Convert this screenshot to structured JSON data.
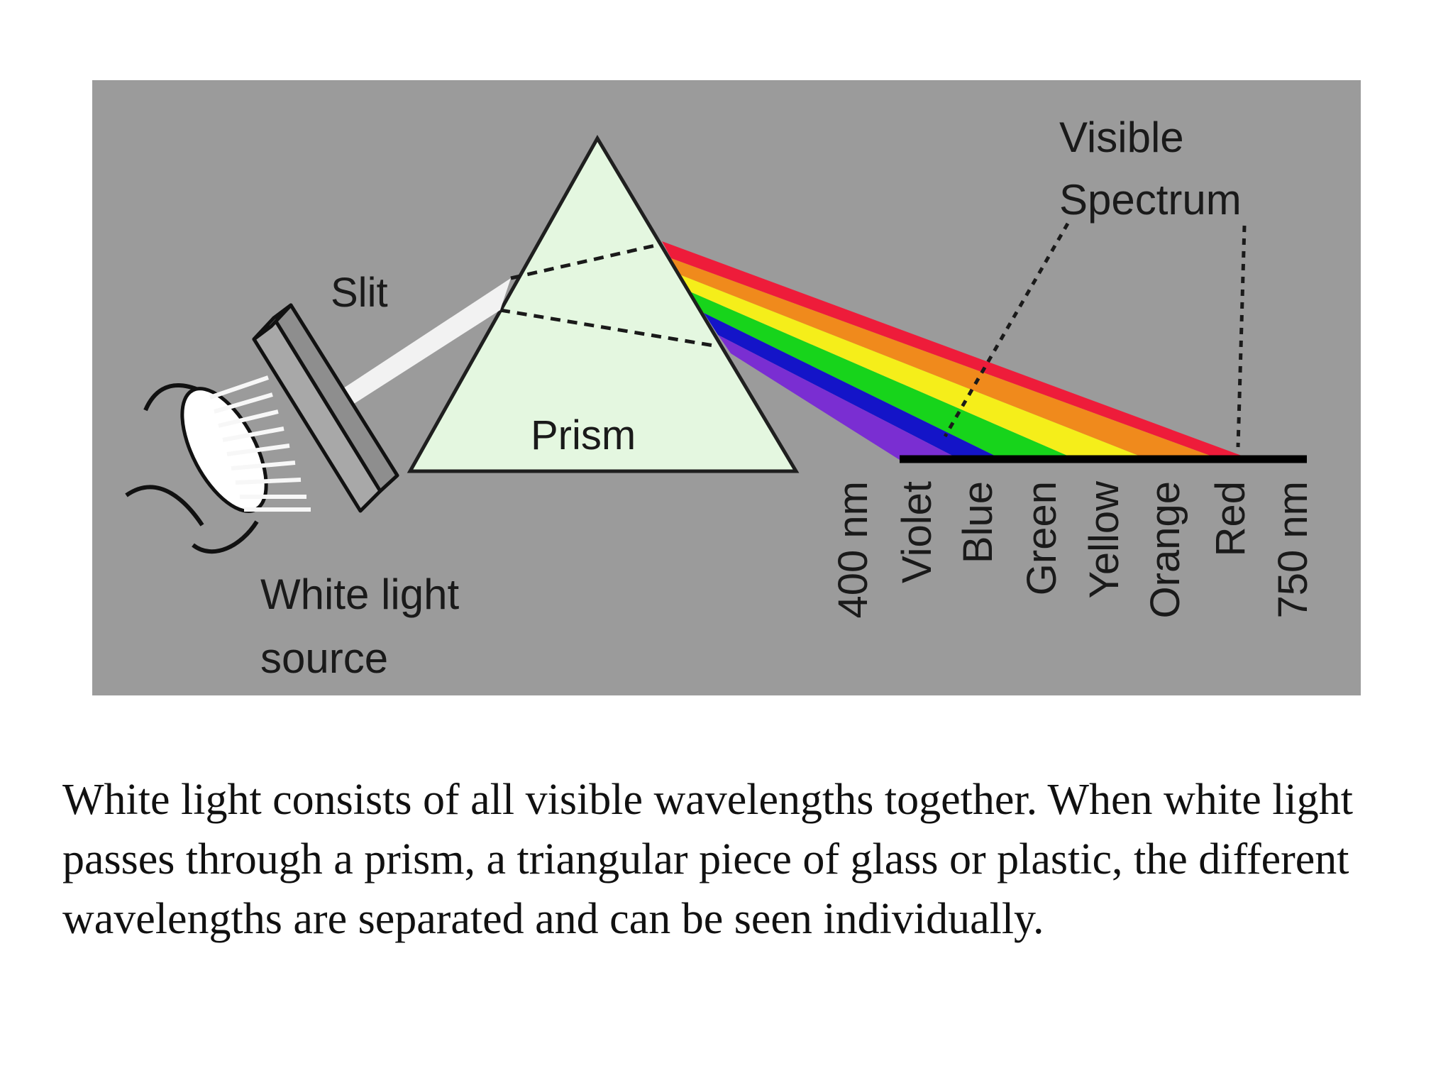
{
  "diagram": {
    "labels": {
      "visible_spectrum_line1": "Visible",
      "visible_spectrum_line2": "Spectrum",
      "slit": "Slit",
      "prism": "Prism",
      "white_light_line1": "White light",
      "white_light_line2": "source"
    },
    "wavelength_labels": [
      "400 nm",
      "Violet",
      "Blue",
      "Green",
      "Yellow",
      "Orange",
      "Red",
      "750 nm"
    ],
    "colors": {
      "background": "#9b9b9b",
      "prism_fill": "#e4f7e0",
      "red": "#ee1c3a",
      "orange": "#f08a1c",
      "yellow": "#f5ee1a",
      "green": "#17d41b",
      "blue": "#1414c8",
      "violet": "#7a2ed2"
    }
  },
  "caption": "White light consists of all visible wavelengths together. When white light passes through a prism, a triangular piece of glass or plastic, the different wavelengths are separated and can be seen individually."
}
